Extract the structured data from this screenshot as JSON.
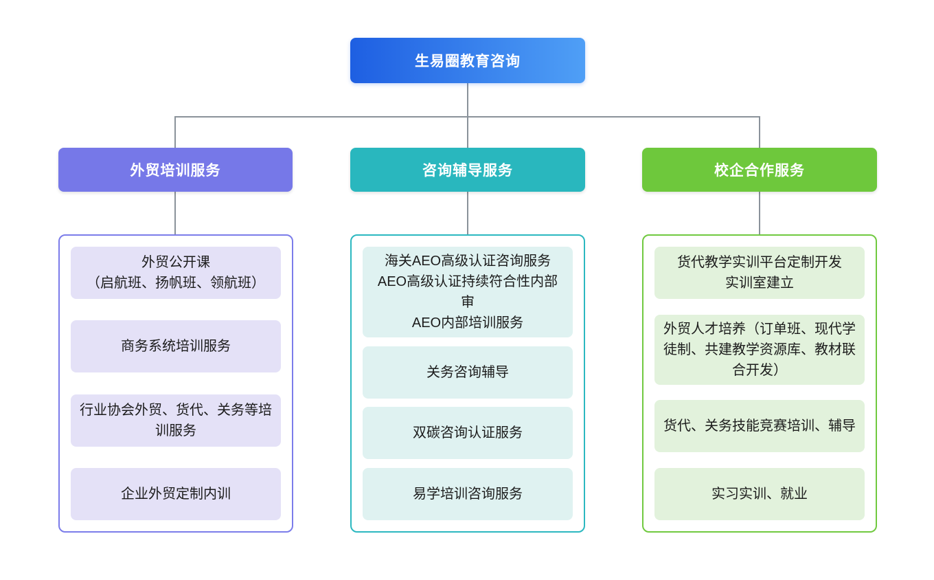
{
  "diagram": {
    "type": "org-chart",
    "connector_color": "#8a929a",
    "root": {
      "label": "生易圈教育咨询",
      "gradient_start": "#1e5fe2",
      "gradient_end": "#4f9ff6",
      "text_color": "#ffffff"
    },
    "branches": [
      {
        "label": "外贸培训服务",
        "header_color": "#7678e8",
        "panel_border_color": "#7b7cea",
        "item_bg_color": "#e4e1f7",
        "items": [
          "外贸公开课\n（启航班、扬帆班、领航班）",
          "商务系统培训服务",
          "行业协会外贸、货代、关务等培训服务",
          "企业外贸定制内训"
        ]
      },
      {
        "label": "咨询辅导服务",
        "header_color": "#29b7be",
        "panel_border_color": "#2bb8c0",
        "item_bg_color": "#dff2f1",
        "items": [
          "海关AEO高级认证咨询服务\nAEO高级认证持续符合性内部审\nAEO内部培训服务",
          "关务咨询辅导",
          "双碳咨询认证服务",
          "易学培训咨询服务"
        ]
      },
      {
        "label": "校企合作服务",
        "header_color": "#6ec83c",
        "panel_border_color": "#70c93f",
        "item_bg_color": "#e2f2dc",
        "items": [
          "货代教学实训平台定制开发\n实训室建立",
          "外贸人才培养（订单班、现代学徒制、共建教学资源库、教材联合开发）",
          "货代、关务技能竞赛培训、辅导",
          "实习实训、就业"
        ]
      }
    ]
  }
}
